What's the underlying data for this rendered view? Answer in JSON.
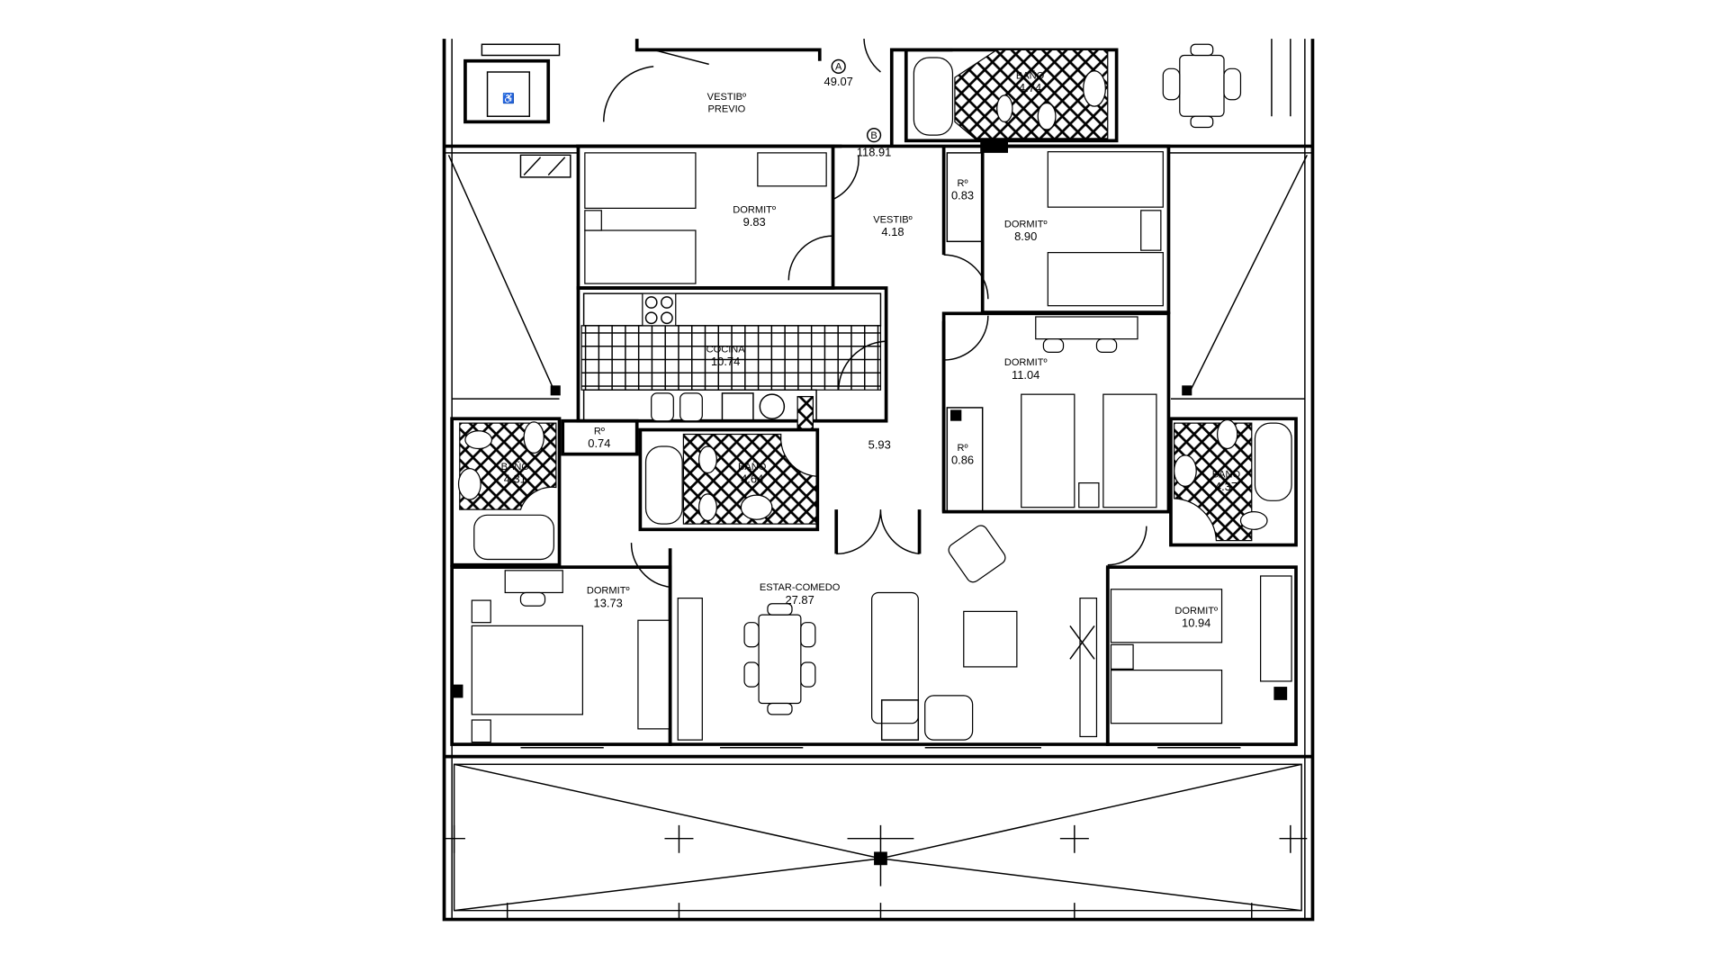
{
  "plan": {
    "markers": [
      {
        "letter": "A",
        "value": "49.07"
      },
      {
        "letter": "B",
        "value": "118.91"
      }
    ],
    "rooms": {
      "vestib_previo": {
        "name": "VESTIBº",
        "name2": "PREVIO"
      },
      "dormit_1": {
        "name": "DORMITº",
        "area": "9.83"
      },
      "vestib": {
        "name": "VESTIBº",
        "area": "4.18"
      },
      "ropero_1": {
        "name": "Rº",
        "area": "0.83"
      },
      "dormit_2": {
        "name": "DORMITº",
        "area": "8.90"
      },
      "bano_1": {
        "name": "BAÑO",
        "area": "4.74"
      },
      "cocina": {
        "name": "COCINA",
        "area": "10.74"
      },
      "dormit_3": {
        "name": "DORMITº",
        "area": "11.04"
      },
      "ropero_2": {
        "name": "Rº",
        "area": "0.74"
      },
      "bano_2": {
        "name": "BAÑO",
        "area": "4.31"
      },
      "bano_3": {
        "name": "BAÑO",
        "area": "4.64"
      },
      "pasillo": {
        "area": "5.93"
      },
      "ropero_3": {
        "name": "Rº",
        "area": "0.86"
      },
      "bano_4": {
        "name": "BAÑO",
        "area": "4.37"
      },
      "dormit_4": {
        "name": "DORMITº",
        "area": "13.73"
      },
      "estar": {
        "name": "ESTAR-COMEDO",
        "area": "27.87"
      },
      "dormit_5": {
        "name": "DORMITº",
        "area": "10.94"
      }
    }
  }
}
